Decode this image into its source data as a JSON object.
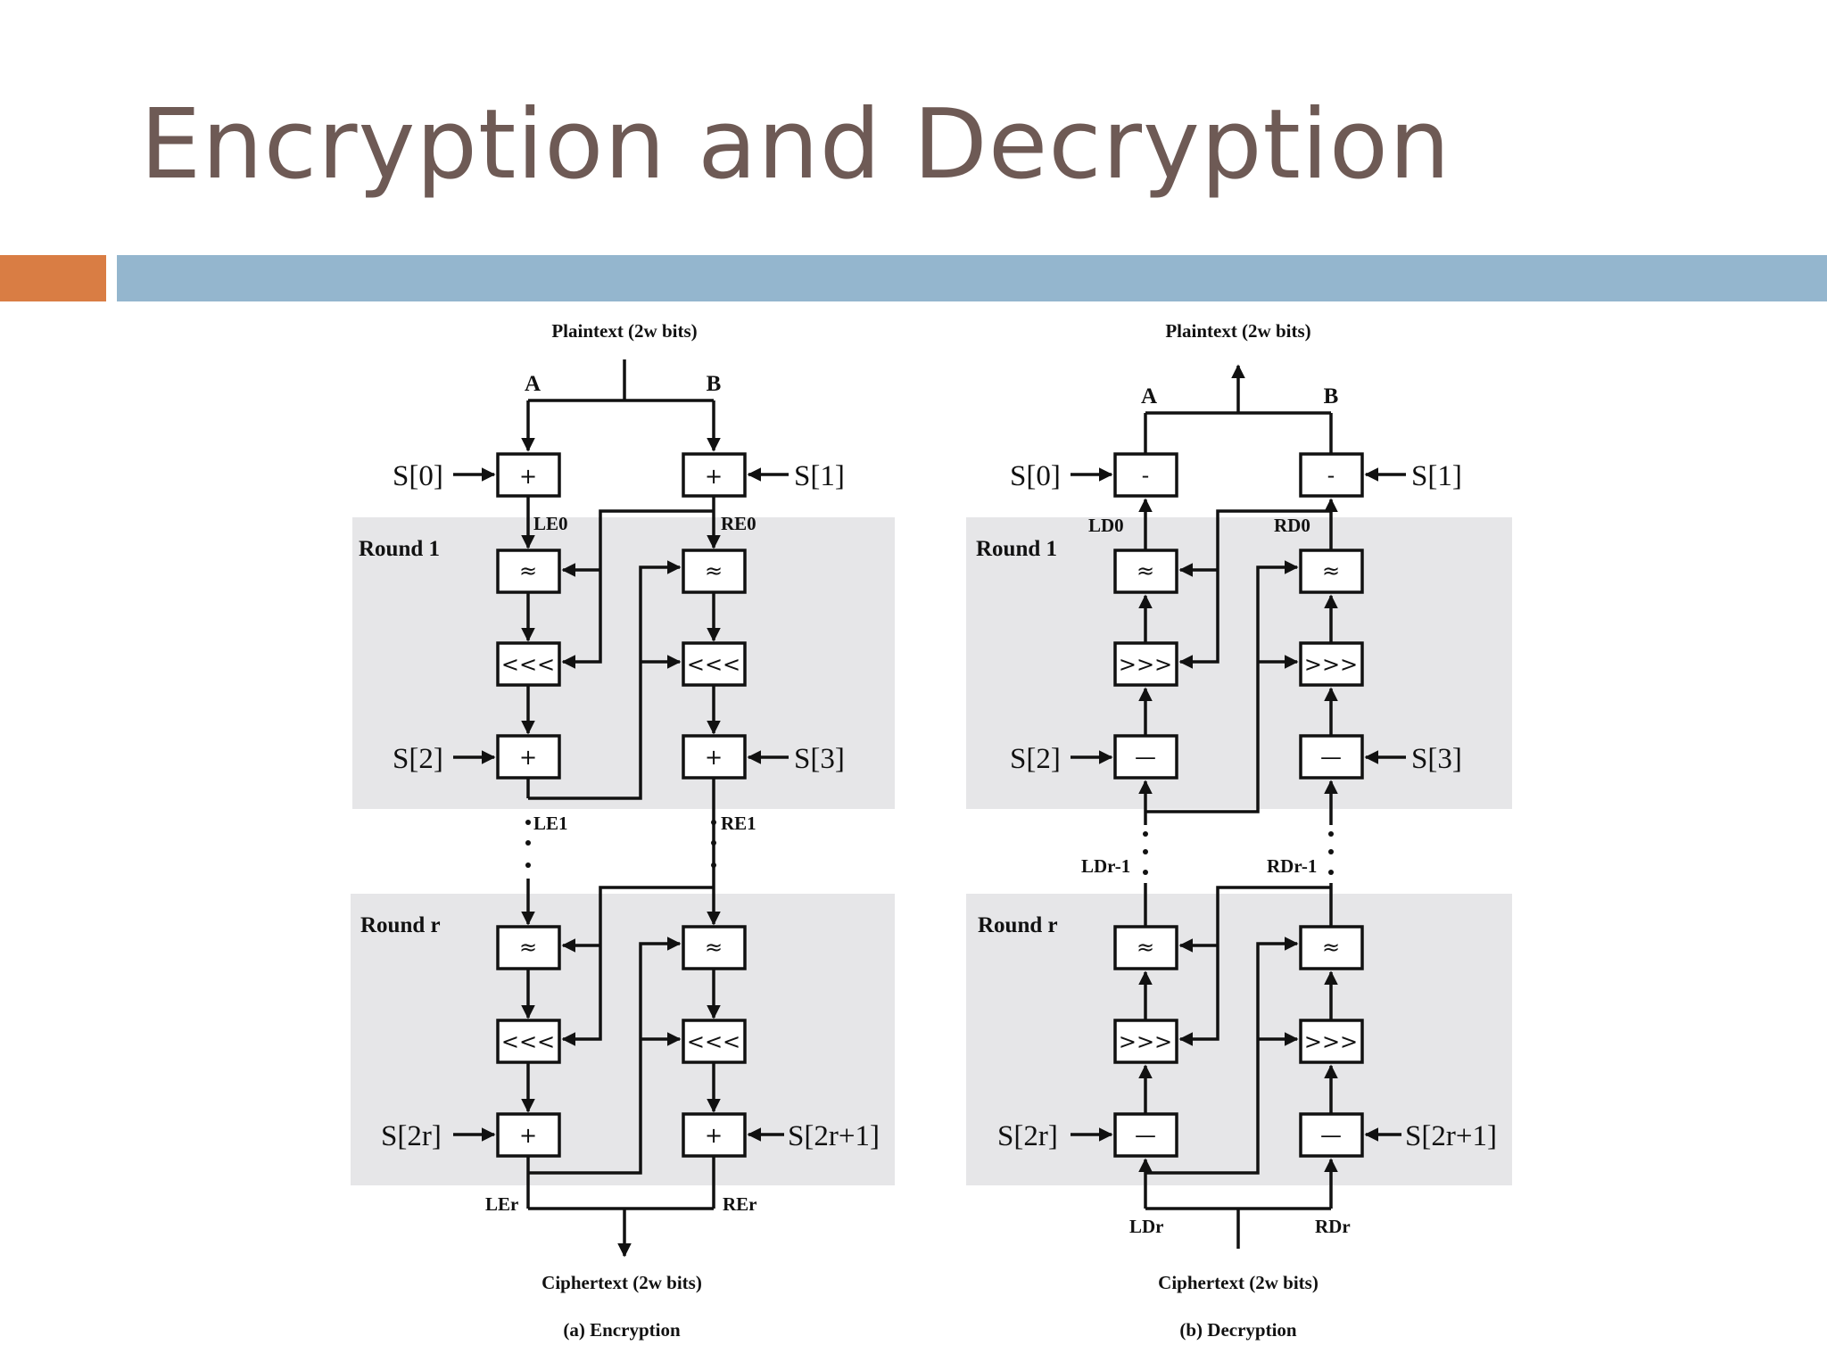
{
  "slide": {
    "title": "Encryption and Decryption"
  },
  "encryption": {
    "top_label": "Plaintext (2w bits)",
    "bottom_label": "Ciphertext (2w bits)",
    "caption": "(a) Encryption",
    "reg_a": "A",
    "reg_b": "B",
    "keys": [
      "S[0]",
      "S[1]",
      "S[2]",
      "S[3]",
      "S[2r]",
      "S[2r+1]"
    ],
    "round_labels": [
      "Round 1",
      "Round r"
    ],
    "wires": [
      "LE0",
      "RE0",
      "LE1",
      "RE1",
      "LEr",
      "REr"
    ],
    "ops": {
      "add": "+",
      "xor": "≈",
      "rotate": "<<<"
    }
  },
  "decryption": {
    "top_label": "Plaintext (2w bits)",
    "bottom_label": "Ciphertext (2w bits)",
    "caption": "(b) Decryption",
    "reg_a": "A",
    "reg_b": "B",
    "keys": [
      "S[0]",
      "S[1]",
      "S[2]",
      "S[3]",
      "S[2r]",
      "S[2r+1]"
    ],
    "round_labels": [
      "Round 1",
      "Round r"
    ],
    "wires": [
      "LD0",
      "RD0",
      "LDr-1",
      "RDr-1",
      "LDr",
      "RDr"
    ],
    "ops": {
      "sub": "-",
      "sub_wide": "—",
      "xor": "≈",
      "rotate": ">>>"
    }
  }
}
